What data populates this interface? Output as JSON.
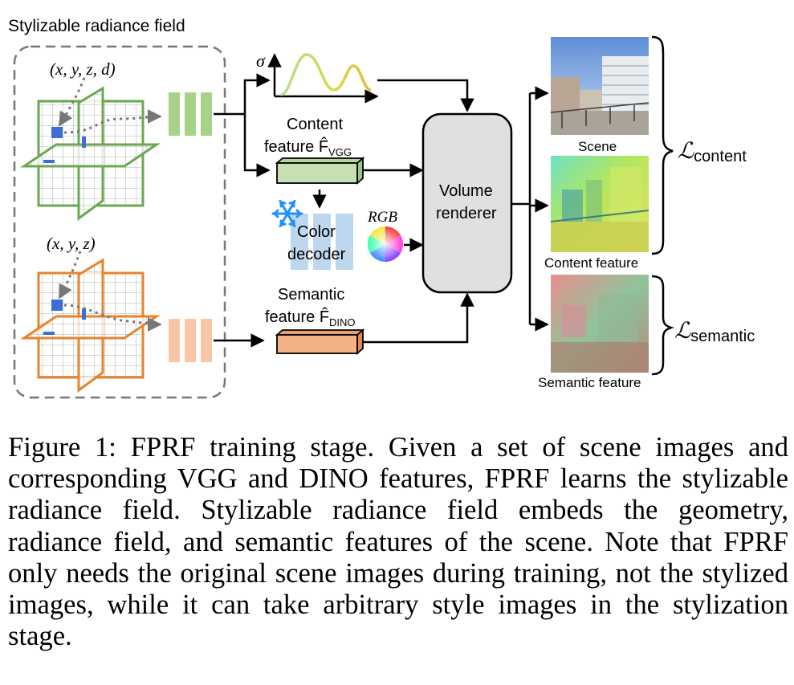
{
  "diagram": {
    "field_title": "Stylizable radiance field",
    "input_5d": "(x, y, z, d)",
    "input_3d": "(x, y, z)",
    "sigma": "σ",
    "content_feature_line1": "Content",
    "content_feature_line2": "feature F̂",
    "content_feature_sub": "VGG",
    "semantic_feature_line1": "Semantic",
    "semantic_feature_line2": "feature F̂",
    "semantic_feature_sub": "DINO",
    "color_decoder_line1": "Color",
    "color_decoder_line2": "decoder",
    "rgb": "RGB",
    "renderer_line1": "Volume",
    "renderer_line2": "renderer",
    "out_scene": "Scene",
    "out_content": "Content feature",
    "out_semantic": "Semantic feature",
    "loss_content_sub": "content",
    "loss_semantic_sub": "semantic",
    "loss_symbol": "ℒ",
    "icons": [
      "snowflake-icon",
      "color-wheel-icon"
    ],
    "colors": {
      "geometry_grid": "#6aa84f",
      "semantic_grid": "#e8832a",
      "content_feature": "#c6e0b4",
      "semantic_feature": "#f4b183",
      "decoder": "#bdd7ee",
      "renderer": "#e0e0e0",
      "snowflake": "#1e90ff"
    }
  },
  "caption": "Figure 1: FPRF training stage. Given a set of scene images and corresponding VGG and DINO features, FPRF learns the stylizable radiance field. Stylizable radiance field embeds the geometry, radiance field, and semantic features of the scene. Note that FPRF only needs the original scene images during training, not the stylized images, while it can take arbitrary style images in the stylization stage."
}
